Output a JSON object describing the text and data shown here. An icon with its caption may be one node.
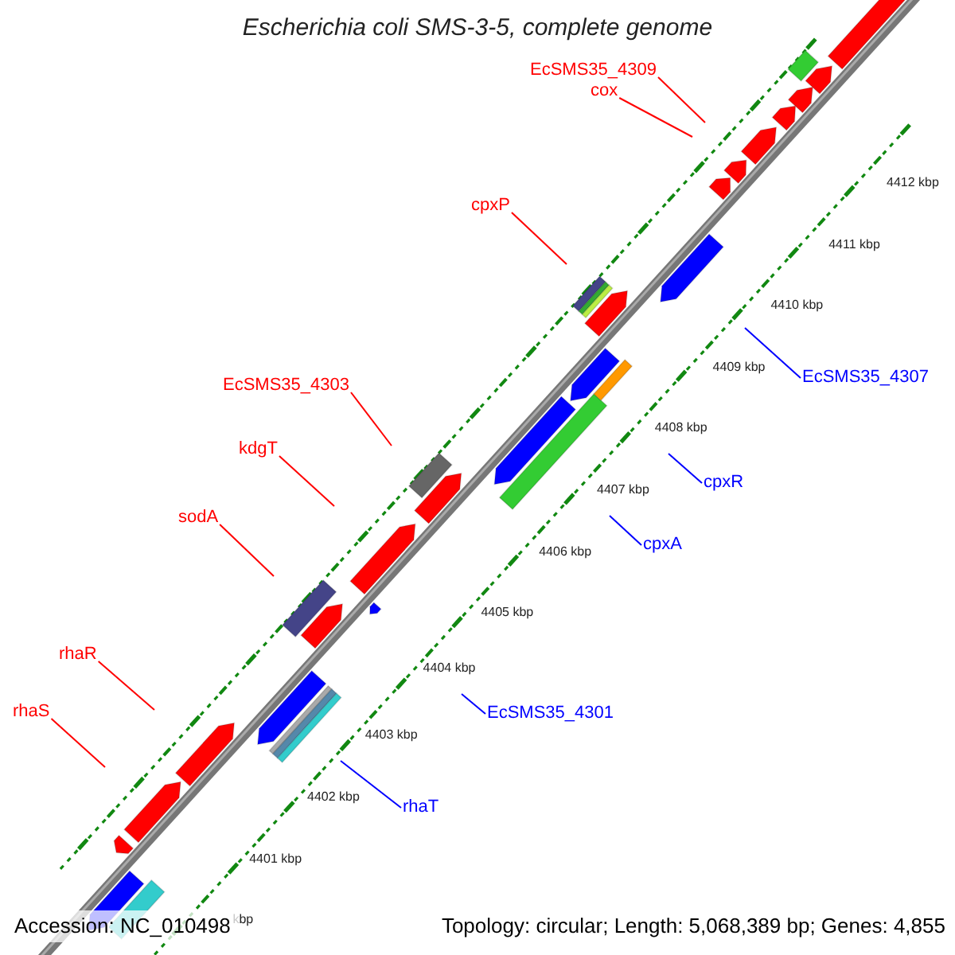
{
  "diagram": {
    "title": "Escherichia coli SMS-3-5, complete genome",
    "nodes": [
      {
        "text": [
          "EcSMS35_4309"
        ]
      },
      {
        "text": [
          "cox"
        ]
      },
      {
        "text": [
          "cpxP"
        ]
      },
      {
        "text": [
          "EcSMS35_4303"
        ]
      },
      {
        "text": [
          "kdgT"
        ]
      },
      {
        "text": [
          "sodA"
        ]
      },
      {
        "text": [
          "rhaR"
        ]
      },
      {
        "text": [
          "rhaS"
        ]
      },
      {
        "text": [
          "EcSMS35_4307"
        ]
      },
      {
        "text": [
          "cpxR"
        ]
      },
      {
        "text": [
          "cpxA"
        ]
      },
      {
        "text": [
          "EcSMS35_4301"
        ]
      },
      {
        "text": [
          "rhaT"
        ]
      }
    ],
    "edges": [
      {
        "from": 0,
        "to": null,
        "arrow": "none"
      },
      {
        "from": 1,
        "to": null,
        "arrow": "none"
      },
      {
        "from": 2,
        "to": null,
        "arrow": "none"
      },
      {
        "from": 3,
        "to": null,
        "arrow": "none"
      },
      {
        "from": 4,
        "to": null,
        "arrow": "none"
      },
      {
        "from": 5,
        "to": null,
        "arrow": "none"
      },
      {
        "from": 6,
        "to": null,
        "arrow": "none"
      },
      {
        "from": 7,
        "to": null,
        "arrow": "none"
      },
      {
        "from": 8,
        "to": null,
        "arrow": "none",
        "color": "#0000ff"
      },
      {
        "from": 9,
        "to": null,
        "arrow": "none",
        "color": "#0000ff"
      },
      {
        "from": 10,
        "to": null,
        "arrow": "none",
        "color": "#0000ff"
      },
      {
        "from": 11,
        "to": null,
        "arrow": "none",
        "color": "#0000ff"
      },
      {
        "from": 12,
        "to": null,
        "arrow": "none",
        "color": "#0000ff"
      }
    ],
    "labels": [
      "4412 kbp",
      "4411 kbp",
      "4410 kbp",
      "4409 kbp",
      "4408 kbp",
      "4407 kbp",
      "4406 kbp",
      "4405 kbp",
      "4404 kbp",
      "4403 kbp",
      "4402 kbp",
      "4401 kbp",
      "kbp",
      "Accession: NC_010498",
      "Topology: circular; Length: 5,068,389 bp; Genes: 4,855"
    ]
  }
}
